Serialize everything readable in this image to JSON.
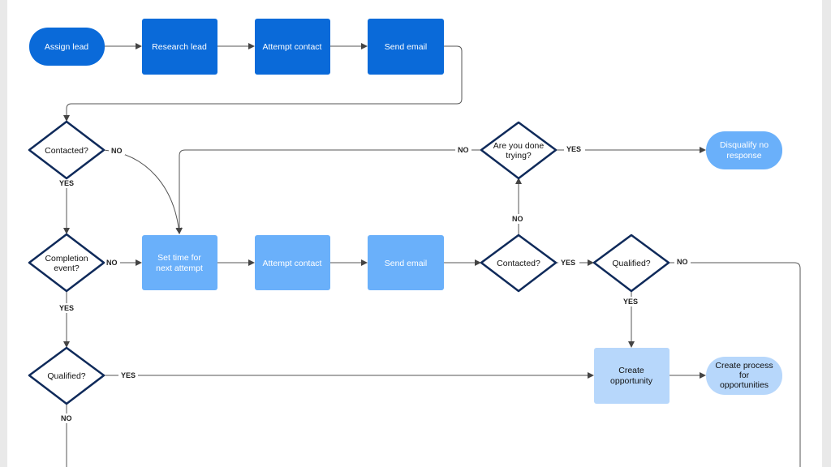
{
  "diagram": {
    "nodes": {
      "assign_lead": "Assign lead",
      "research_lead": "Research lead",
      "attempt_contact_1": "Attempt contact",
      "send_email_1": "Send email",
      "contacted_1": "Contacted?",
      "completion_event": [
        "Completion",
        "event?"
      ],
      "qualified_1": "Qualified?",
      "set_time": [
        "Set time for",
        "next attempt"
      ],
      "attempt_contact_2": "Attempt contact",
      "send_email_2": "Send email",
      "contacted_2": "Contacted?",
      "done_trying": [
        "Are you done",
        "trying?"
      ],
      "disqualify": [
        "Disqualify no",
        "response"
      ],
      "qualified_2": "Qualified?",
      "create_opportunity": [
        "Create",
        "opportunity"
      ],
      "create_process": [
        "Create process",
        "for",
        "opportunities"
      ]
    },
    "edge_labels": {
      "contacted_1_no": "NO",
      "contacted_1_yes": "YES",
      "completion_no": "NO",
      "completion_yes": "YES",
      "qualified_1_yes": "YES",
      "qualified_1_no": "NO",
      "done_trying_no": "NO",
      "done_trying_yes": "YES",
      "contacted_2_no": "NO",
      "contacted_2_yes": "YES",
      "qualified_2_no": "NO",
      "qualified_2_yes": "YES"
    },
    "colors": {
      "dark_blue": "#0a6ad9",
      "mid_blue": "#6ab0fa",
      "pale_blue": "#b7d7fb",
      "diamond_stroke": "#0f2a5a",
      "edge": "#555555"
    }
  }
}
